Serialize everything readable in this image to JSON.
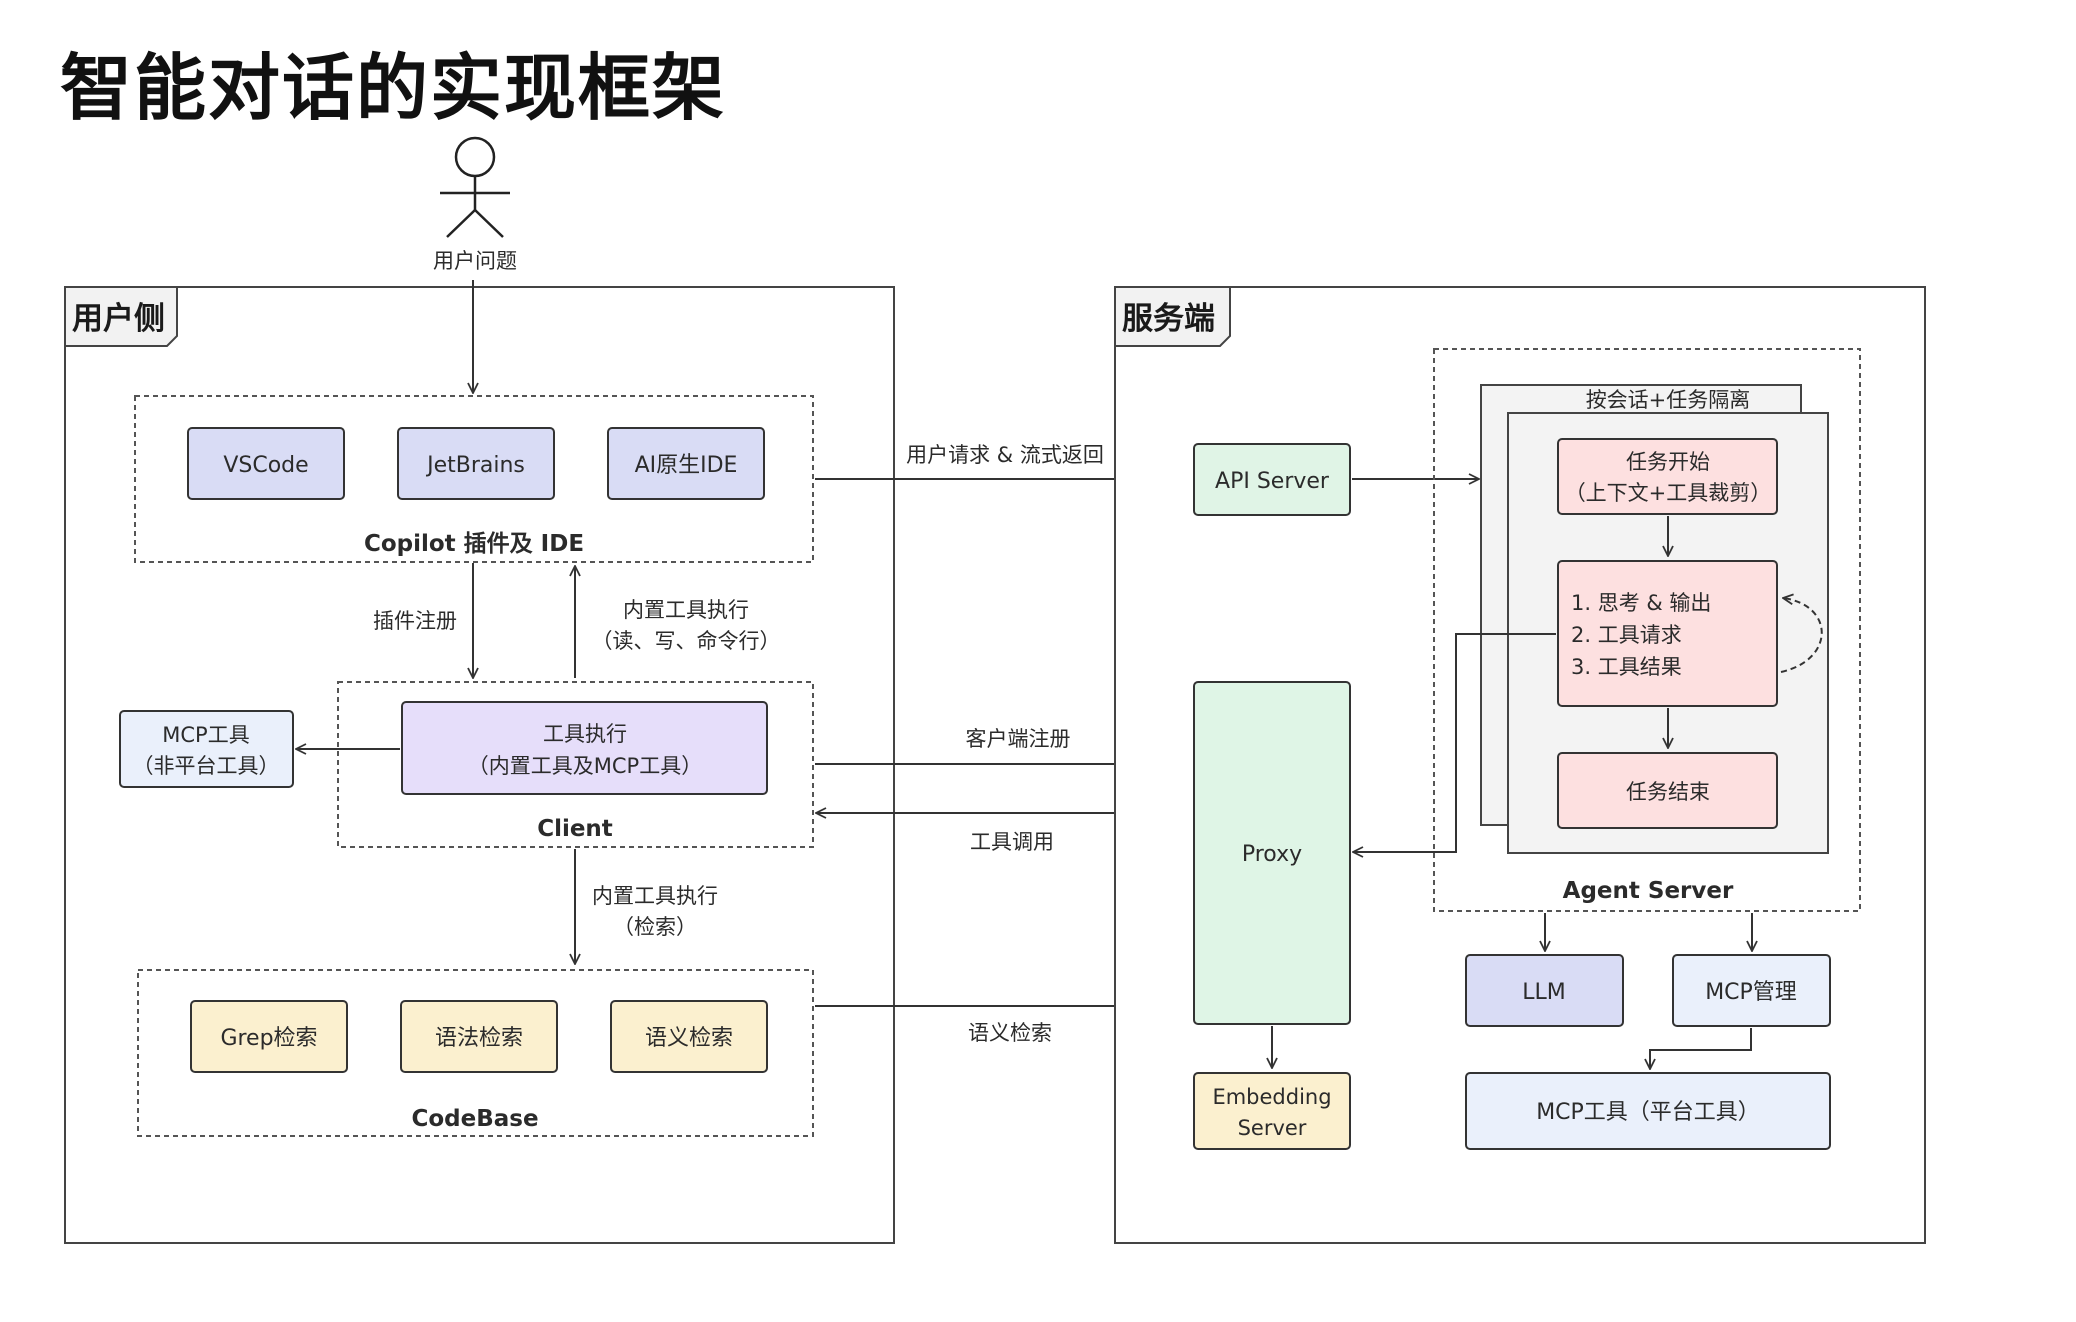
{
  "title": "智能对话的实现框架",
  "user": {
    "label": "用户问题"
  },
  "client_side": {
    "section": "用户侧",
    "ide_group": {
      "title": "Copilot 插件及 IDE",
      "items": [
        "VSCode",
        "JetBrains",
        "AI原生IDE"
      ]
    },
    "plugin_register": "插件注册",
    "builtin_exec_read": {
      "line1": "内置工具执行",
      "line2": "（读、写、命令行）"
    },
    "mcp_local": {
      "line1": "MCP工具",
      "line2": "（非平台工具）"
    },
    "client_group": {
      "title": "Client",
      "tool_exec": {
        "line1": "工具执行",
        "line2": "（内置工具及MCP工具）"
      }
    },
    "builtin_exec_search": {
      "line1": "内置工具执行",
      "line2": "（检索）"
    },
    "codebase_group": {
      "title": "CodeBase",
      "items": [
        "Grep检索",
        "语法检索",
        "语义检索"
      ]
    }
  },
  "edges": {
    "request": "用户请求 & 流式返回",
    "client_register": "客户端注册",
    "tool_call": "工具调用",
    "semantic_search": "语义检索"
  },
  "server_side": {
    "section": "服务端",
    "api_server": "API Server",
    "proxy": "Proxy",
    "embedding": {
      "line1": "Embedding",
      "line2": "Server"
    },
    "agent_group": {
      "title": "Agent Server",
      "isolation": "按会话+任务隔离",
      "task_start": {
        "line1": "任务开始",
        "line2": "（上下文+工具裁剪）"
      },
      "loop_steps": [
        "1. 思考 & 输出",
        "2. 工具请求",
        "3. 工具结果"
      ],
      "task_end": "任务结束"
    },
    "llm": "LLM",
    "mcp_manage": "MCP管理",
    "mcp_platform": "MCP工具（平台工具）"
  },
  "colors": {
    "ide_fill": "#d9dcf5",
    "exec_fill": "#e6defa",
    "mcp_fill": "#eaf0fb",
    "codebase_fill": "#fbf0cf",
    "api_fill": "#e0f4e6",
    "proxy_fill": "#dff5e6",
    "embed_fill": "#fbf0cf",
    "task_fill": "#fde0e0",
    "llm_fill": "#d9dcf5",
    "stroke": "#333333"
  }
}
